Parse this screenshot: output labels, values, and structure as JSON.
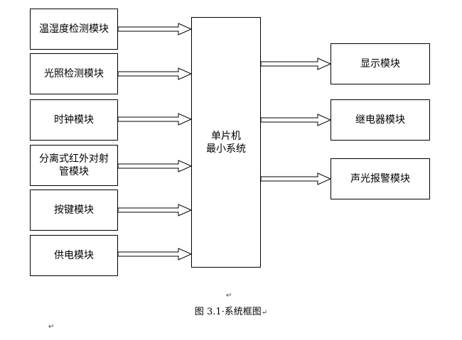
{
  "diagram": {
    "inputs": [
      {
        "label": "温湿度检测模块"
      },
      {
        "label": "光照检测模块"
      },
      {
        "label": "时钟模块"
      },
      {
        "label": "分离式红外对射管模块"
      },
      {
        "label": "按键模块"
      },
      {
        "label": "供电模块"
      }
    ],
    "mcu": {
      "label_line1": "单片机",
      "label_line2": "最小系统"
    },
    "outputs": [
      {
        "label": "显示模块"
      },
      {
        "label": "继电器模块"
      },
      {
        "label": "声光报警模块"
      }
    ]
  },
  "caption": "图 3.1·系统框图",
  "paragraph_marks": [
    "↵",
    "↵",
    "↵"
  ]
}
